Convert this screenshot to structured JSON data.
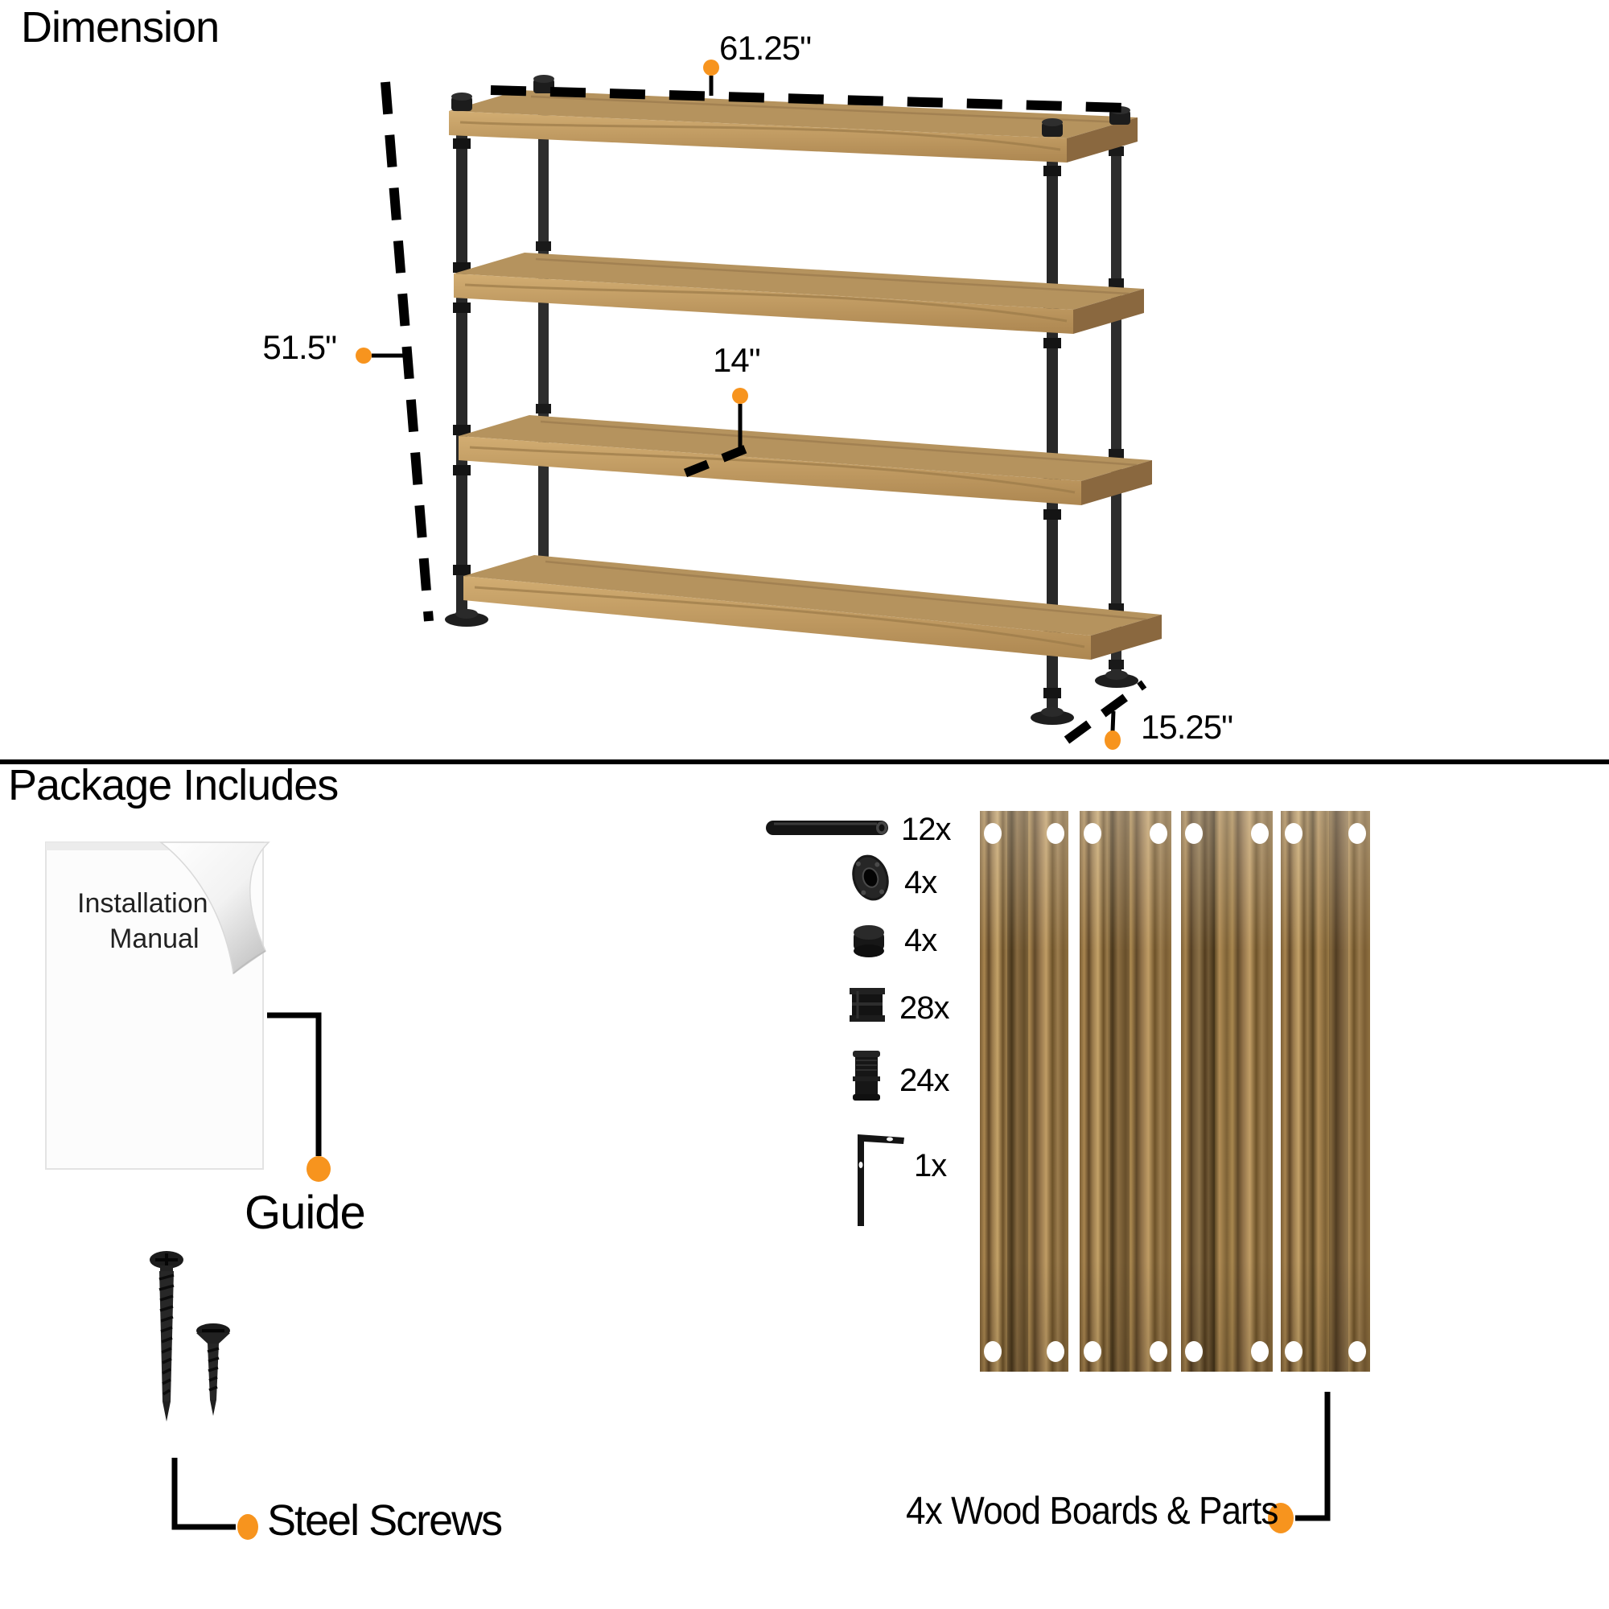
{
  "colors": {
    "accent_orange": "#F7941E",
    "text_black": "#000000",
    "pipe_black": "#262626",
    "wood_light": "#C9A76E",
    "wood_dark": "#6E5230"
  },
  "dimension_section": {
    "title": "Dimension",
    "width_label": "61.25\"",
    "height_label": "51.5\"",
    "shelf_spacing_label": "14\"",
    "depth_label": "15.25\""
  },
  "package_section": {
    "title": "Package Includes",
    "manual": {
      "line1": "Installation",
      "line2": "Manual"
    },
    "guide_label": "Guide",
    "screws_label": "Steel Screws",
    "parts": [
      {
        "icon": "pipe-icon",
        "qty": "12x"
      },
      {
        "icon": "floor-flange-icon",
        "qty": "4x"
      },
      {
        "icon": "pipe-cap-icon",
        "qty": "4x"
      },
      {
        "icon": "pipe-coupling-icon",
        "qty": "28x"
      },
      {
        "icon": "pipe-nipple-icon",
        "qty": "24x"
      },
      {
        "icon": "corner-bracket-icon",
        "qty": "1x"
      }
    ],
    "boards_label": "4x Wood Boards & Parts"
  }
}
